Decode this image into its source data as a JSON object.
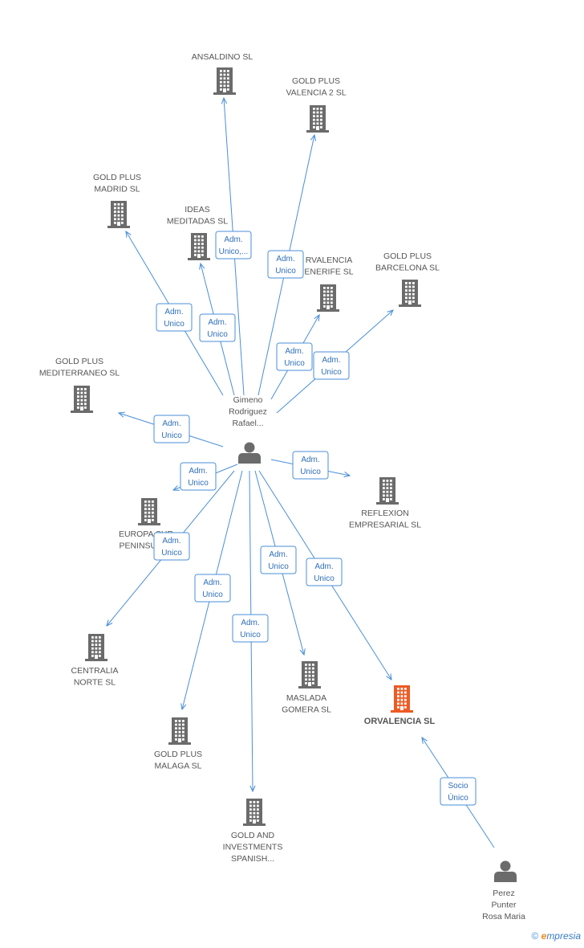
{
  "colors": {
    "company": "#6b6b6b",
    "focus": "#ee5a24",
    "person": "#6b6b6b",
    "edge": "#4a8fd9"
  },
  "nodes": [
    {
      "id": "ansaldino",
      "type": "company",
      "lines": [
        "ANSALDINO SL"
      ]
    },
    {
      "id": "gp_valencia2",
      "type": "company",
      "lines": [
        "GOLD PLUS",
        "VALENCIA 2 SL"
      ]
    },
    {
      "id": "gp_madrid",
      "type": "company",
      "lines": [
        "GOLD PLUS",
        "MADRID SL"
      ]
    },
    {
      "id": "ideas",
      "type": "company",
      "lines": [
        "IDEAS",
        "MEDITADAS SL"
      ]
    },
    {
      "id": "orv_tenerife",
      "type": "company",
      "lines": [
        "RVALENCIA",
        "ENERIFE SL"
      ]
    },
    {
      "id": "gp_barcelona",
      "type": "company",
      "lines": [
        "GOLD PLUS",
        "BARCELONA SL"
      ]
    },
    {
      "id": "gp_mediterraneo",
      "type": "company",
      "lines": [
        "GOLD PLUS",
        "MEDITERRANEO SL"
      ]
    },
    {
      "id": "gimeno",
      "type": "person",
      "lines": [
        "Gimeno",
        "Rodriguez",
        "Rafael..."
      ]
    },
    {
      "id": "reflexion",
      "type": "company",
      "lines": [
        "REFLEXION",
        "EMPRESARIAL SL"
      ]
    },
    {
      "id": "europa",
      "type": "company",
      "lines": [
        "EUROPA SUR",
        "PENINSULAR"
      ]
    },
    {
      "id": "centralia",
      "type": "company",
      "lines": [
        "CENTRALIA",
        "NORTE SL"
      ]
    },
    {
      "id": "maslada",
      "type": "company",
      "lines": [
        "MASLADA",
        "GOMERA SL"
      ]
    },
    {
      "id": "orvalencia",
      "type": "focus",
      "lines": [
        "ORVALENCIA SL"
      ]
    },
    {
      "id": "gp_malaga",
      "type": "company",
      "lines": [
        "GOLD PLUS",
        "MALAGA SL"
      ]
    },
    {
      "id": "gold_investments",
      "type": "company",
      "lines": [
        "GOLD AND",
        "INVESTMENTS",
        "SPANISH..."
      ]
    },
    {
      "id": "perez",
      "type": "person",
      "lines": [
        "Perez",
        "Punter",
        "Rosa Maria"
      ]
    }
  ],
  "edges": [
    {
      "from": "gimeno",
      "to": "ansaldino",
      "lines": [
        "Adm.",
        "Unico,..."
      ]
    },
    {
      "from": "gimeno",
      "to": "gp_valencia2",
      "lines": [
        "Adm.",
        "Unico"
      ]
    },
    {
      "from": "gimeno",
      "to": "gp_madrid",
      "lines": [
        "Adm.",
        "Unico"
      ]
    },
    {
      "from": "gimeno",
      "to": "ideas",
      "lines": [
        "Adm.",
        "Unico"
      ]
    },
    {
      "from": "gimeno",
      "to": "orv_tenerife",
      "lines": [
        "Adm.",
        "Unico"
      ]
    },
    {
      "from": "gimeno",
      "to": "gp_barcelona",
      "lines": [
        "Adm.",
        "Unico"
      ]
    },
    {
      "from": "gimeno",
      "to": "gp_mediterraneo",
      "lines": [
        "Adm.",
        "Unico"
      ]
    },
    {
      "from": "gimeno",
      "to": "reflexion",
      "lines": [
        "Adm.",
        "Unico"
      ]
    },
    {
      "from": "gimeno",
      "to": "europa",
      "lines": [
        "Adm.",
        "Unico"
      ]
    },
    {
      "from": "gimeno",
      "to": "centralia",
      "lines": [
        "Adm.",
        "Unico"
      ]
    },
    {
      "from": "gimeno",
      "to": "gp_malaga",
      "lines": [
        "Adm.",
        "Unico"
      ]
    },
    {
      "from": "gimeno",
      "to": "gold_investments",
      "lines": [
        "Adm.",
        "Unico"
      ]
    },
    {
      "from": "gimeno",
      "to": "maslada",
      "lines": [
        "Adm.",
        "Unico"
      ]
    },
    {
      "from": "gimeno",
      "to": "orvalencia",
      "lines": [
        "Adm.",
        "Unico"
      ]
    },
    {
      "from": "perez",
      "to": "orvalencia",
      "lines": [
        "Socio",
        "Único"
      ]
    }
  ],
  "brand": {
    "copyright": "©",
    "e": "e",
    "rest": "mpresia"
  }
}
